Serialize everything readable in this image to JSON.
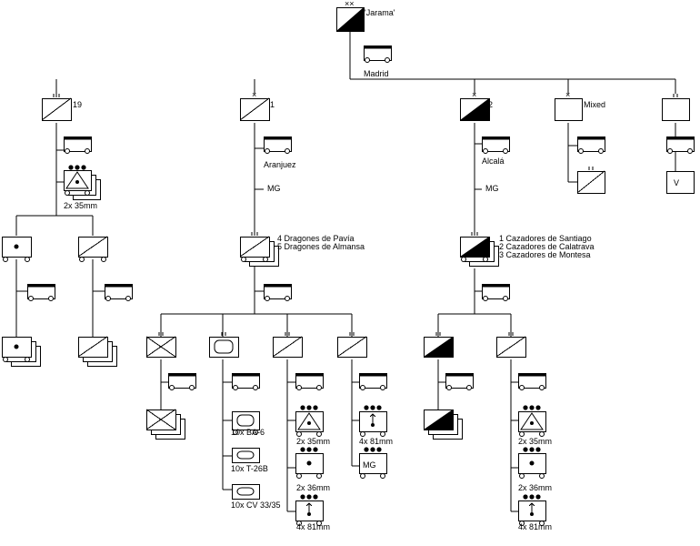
{
  "colors": {
    "stroke": "#000000",
    "fill": "#ffffff",
    "ink": "#000000"
  },
  "labels": {
    "jarama": "'Jarama'",
    "madrid": "Madrid",
    "n19": "19",
    "n1": "1",
    "n2": "2",
    "mixed": "Mixed",
    "aranjuez": "Aranjuez",
    "alcala": "Alcalá",
    "mg": "MG",
    "dragones1": "4 Dragones de Pavía",
    "dragones2": "5 Dragones de Almansa",
    "cazadores1": "1 Cazadores de Santiago",
    "cazadores2": "2 Cazadores de Calatrava",
    "cazadores3": "3 Cazadores de Montesa",
    "arty_35": "2x 35mm",
    "arty_36": "2x 36mm",
    "mortar_81": "4x 81mm",
    "v": "V",
    "ba6": "10x BA-6",
    "t26b": "10x T-26B",
    "cv33": "10x CV 33/35"
  }
}
